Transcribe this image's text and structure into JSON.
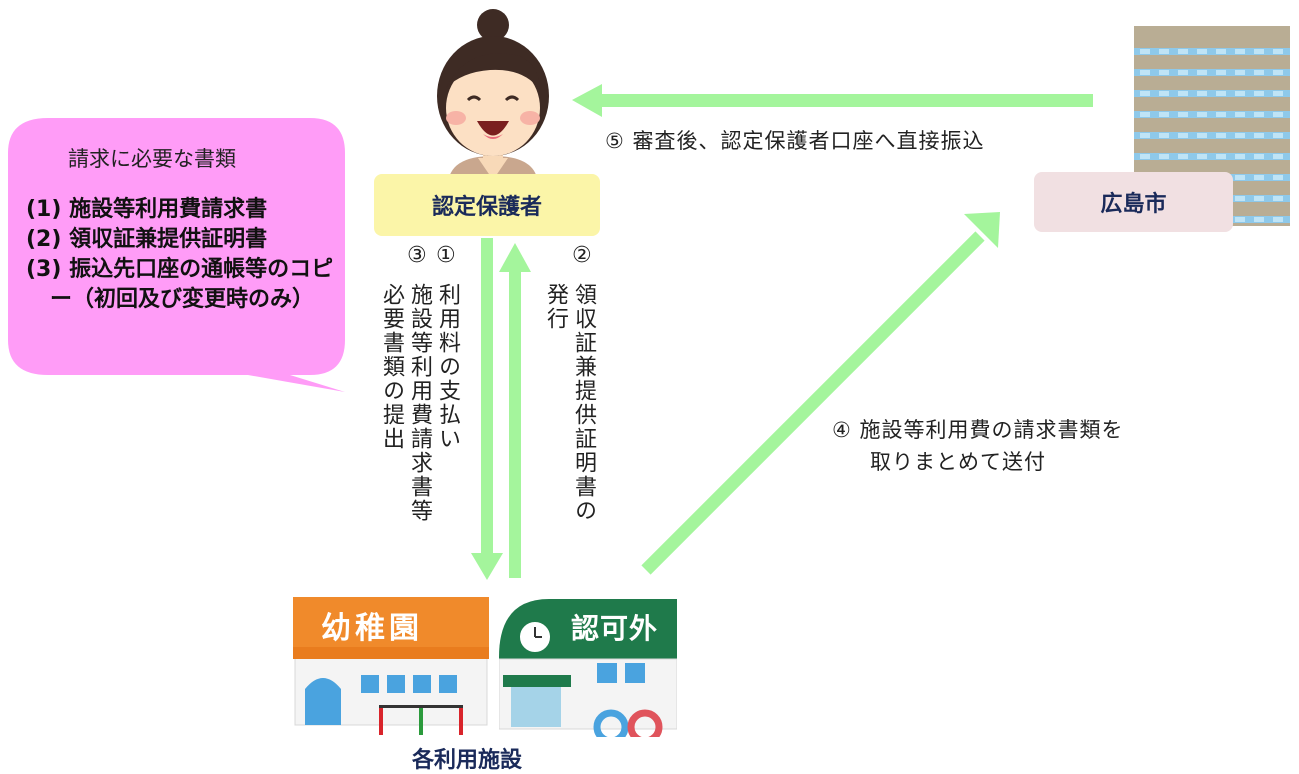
{
  "callout": {
    "title": "請求に必要な書類",
    "items": [
      "(1) 施設等利用費請求書",
      "(2) 領収証兼提供証明書",
      "(3) 振込先口座の通帳等のコピー（初回及び変更時のみ）"
    ]
  },
  "guardian": {
    "label": "認定保護者"
  },
  "city": {
    "label": "広島市"
  },
  "facility": {
    "label": "各利用施設",
    "kindergarten_sign": "幼稚園",
    "unlicensed_sign": "認可外"
  },
  "steps": {
    "s1": {
      "num": "①",
      "text": "利用料の支払い"
    },
    "s2": {
      "num": "②",
      "text": "領収証兼提供証明書の",
      "text2": "発行"
    },
    "s3": {
      "num": "③",
      "text": "施設等利用費請求書等",
      "text2": "必要書類の提出"
    },
    "s4": {
      "line1": "④ 施設等利用費の請求書類を",
      "line2": "取りまとめて送付"
    },
    "s5": {
      "text": "⑤ 審査後、認定保護者口座へ直接振込"
    }
  },
  "colors": {
    "arrow": "#a4f59c",
    "callout": "#ff9cf7",
    "guardian_box": "#fbf5a8",
    "city_box": "#f1e0e2",
    "label_text": "#1a2a5a"
  }
}
